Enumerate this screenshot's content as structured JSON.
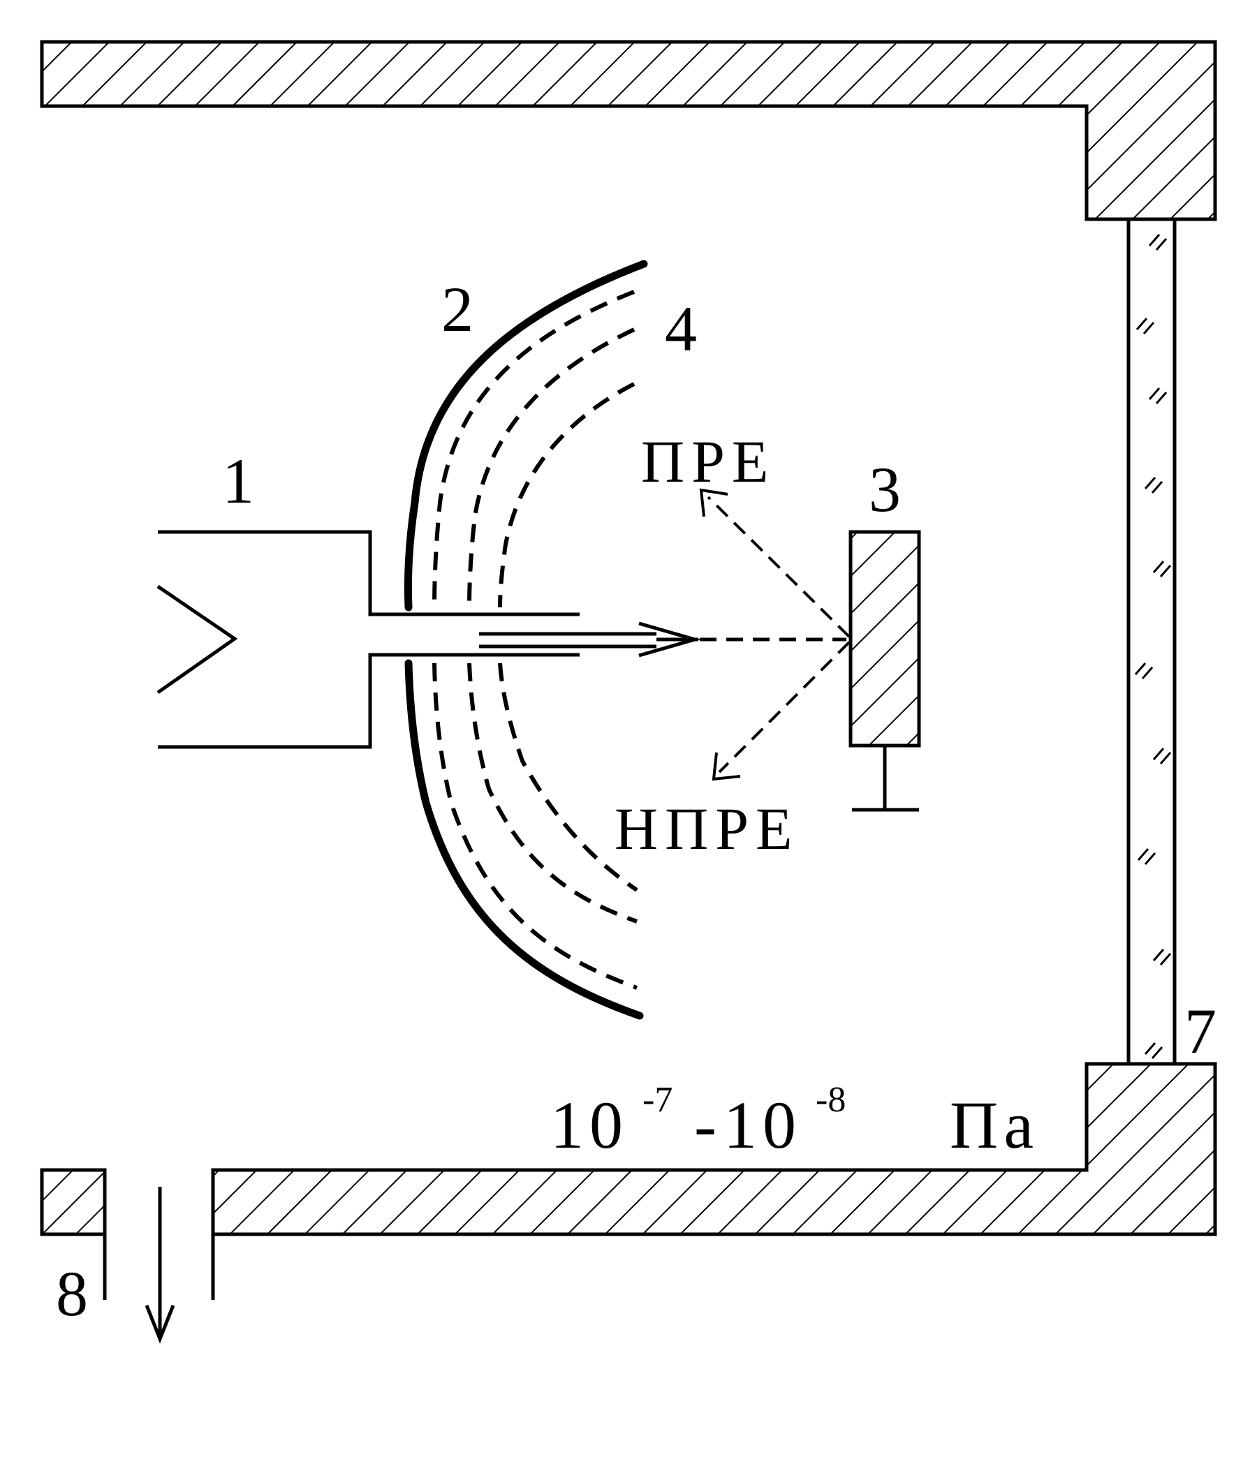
{
  "labels": {
    "electron_gun": "1",
    "analyzer_grid_outer": "2",
    "sample": "3",
    "retarding_grids": "4",
    "window": "7",
    "pump_port": "8",
    "elastic_scattered": "ПРЕ",
    "inelastic_scattered": "НПРЕ"
  },
  "pressure": {
    "base1": "10",
    "exp1": "-7",
    "dash": "-",
    "base2": "10",
    "exp2": "-8",
    "unit": "Па"
  },
  "colors": {
    "line": "#000000",
    "background": "#ffffff"
  }
}
